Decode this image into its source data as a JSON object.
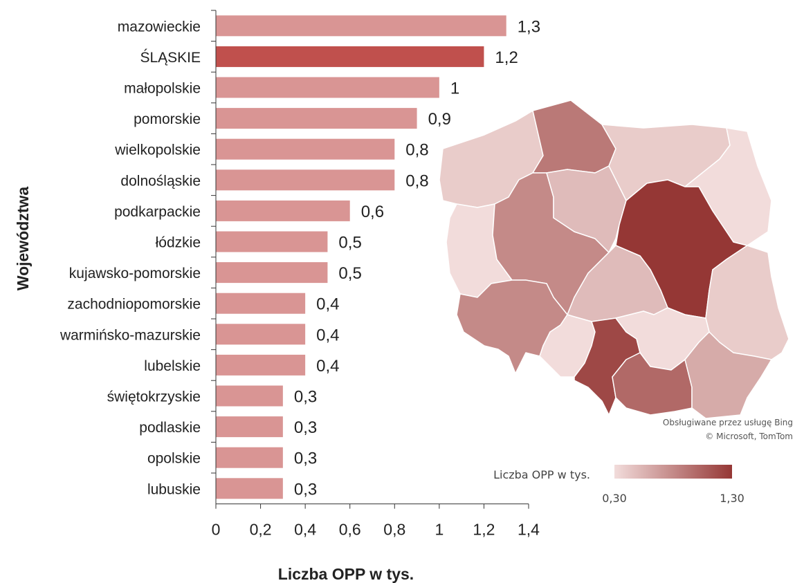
{
  "chart_data": {
    "type": "bar",
    "orientation": "horizontal",
    "categories": [
      "mazowieckie",
      "ŚLĄSKIE",
      "małopolskie",
      "pomorskie",
      "wielkopolskie",
      "dolnośląskie",
      "podkarpackie",
      "łódzkie",
      "kujawsko-pomorskie",
      "zachodniopomorskie",
      "warmińsko-mazurskie",
      "lubelskie",
      "świętokrzyskie",
      "podlaskie",
      "opolskie",
      "lubuskie"
    ],
    "values": [
      1.3,
      1.2,
      1.0,
      0.9,
      0.8,
      0.8,
      0.6,
      0.5,
      0.5,
      0.4,
      0.4,
      0.4,
      0.3,
      0.3,
      0.3,
      0.3
    ],
    "value_labels": [
      "1,3",
      "1,2",
      "1",
      "0,9",
      "0,8",
      "0,8",
      "0,6",
      "0,5",
      "0,5",
      "0,4",
      "0,4",
      "0,4",
      "0,3",
      "0,3",
      "0,3",
      "0,3"
    ],
    "highlight_category": "ŚLĄSKIE",
    "xlim": [
      0,
      1.4
    ],
    "xticks": [
      0,
      0.2,
      0.4,
      0.6,
      0.8,
      1,
      1.2,
      1.4
    ],
    "xtick_labels": [
      "0",
      "0,2",
      "0,4",
      "0,6",
      "0,8",
      "1",
      "1,2",
      "1,4"
    ],
    "xlabel": "Liczba OPP w tys.",
    "ylabel": "Województwa",
    "grid": false,
    "colors": {
      "bar": "#d99594",
      "highlight": "#c0504d"
    }
  },
  "map": {
    "attribution_line1": "Obsługiwane przez usługę Bing",
    "attribution_line2": "© Microsoft, TomTom",
    "legend": {
      "title": "Liczba OPP w tys.",
      "min_label": "0,30",
      "max_label": "1,30",
      "color_low": "#f2dcdb",
      "color_high": "#953735"
    },
    "regions": [
      {
        "name": "zachodniopomorskie",
        "value": 0.4
      },
      {
        "name": "pomorskie",
        "value": 0.9
      },
      {
        "name": "warmińsko-mazurskie",
        "value": 0.4
      },
      {
        "name": "podlaskie",
        "value": 0.3
      },
      {
        "name": "lubuskie",
        "value": 0.3
      },
      {
        "name": "wielkopolskie",
        "value": 0.8
      },
      {
        "name": "kujawsko-pomorskie",
        "value": 0.5
      },
      {
        "name": "mazowieckie",
        "value": 1.3
      },
      {
        "name": "dolnośląskie",
        "value": 0.8
      },
      {
        "name": "łódzkie",
        "value": 0.5
      },
      {
        "name": "lubelskie",
        "value": 0.4
      },
      {
        "name": "opolskie",
        "value": 0.3
      },
      {
        "name": "ŚLĄSKIE",
        "value": 1.2
      },
      {
        "name": "świętokrzyskie",
        "value": 0.3
      },
      {
        "name": "małopolskie",
        "value": 1.0
      },
      {
        "name": "podkarpackie",
        "value": 0.6
      }
    ]
  }
}
